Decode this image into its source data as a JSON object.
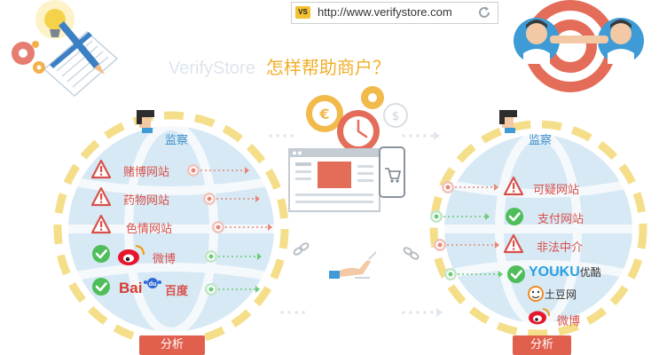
{
  "browser": {
    "badge": "VS",
    "url": "http://www.verifystore.com"
  },
  "headline": {
    "brand": "VerifyStore",
    "question": "怎样帮助商户？"
  },
  "left_panel": {
    "monitor_label": "监察",
    "items": [
      {
        "label": "赌博网站",
        "status": "warning"
      },
      {
        "label": "药物网站",
        "status": "warning"
      },
      {
        "label": "色情网站",
        "status": "warning"
      },
      {
        "label": "微博",
        "status": "ok",
        "logo": "weibo-logo"
      },
      {
        "label": "百度",
        "status": "ok",
        "logo": "baidu-logo",
        "logo_text": "Bai"
      }
    ],
    "analysis_label": "分析"
  },
  "right_panel": {
    "monitor_label": "监察",
    "items": [
      {
        "label": "可疑网站",
        "status": "warning"
      },
      {
        "label": "支付网站",
        "status": "ok"
      },
      {
        "label": "非法中介",
        "status": "warning"
      },
      {
        "label": "优酷",
        "status": "ok",
        "logo": "youku-logo",
        "logo_text": "YOUKU"
      }
    ],
    "extra_sites": [
      {
        "label": "土豆网",
        "logo": "tudou-logo"
      },
      {
        "label": "微博",
        "logo": "weibo-logo"
      }
    ],
    "analysis_label": "分析"
  },
  "colors": {
    "accent_yellow": "#f0ae28",
    "dash_yellow": "#f5de8a",
    "globe_blue": "#d7e9f5",
    "warning_red": "#d8504a",
    "ok_green": "#4ebe5a",
    "pill_red": "#e05f4d",
    "label_blue": "#3f8fcc"
  }
}
